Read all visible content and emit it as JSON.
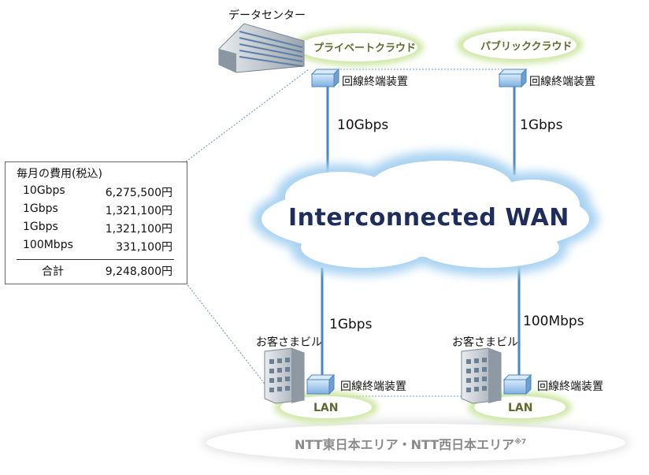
{
  "datacenter": {
    "label": "データセンター"
  },
  "clouds": {
    "private": "プライベートクラウド",
    "public": "パブリッククラウド"
  },
  "device_label": "回線終端装置",
  "links": {
    "private_speed": "10Gbps",
    "public_speed": "1Gbps",
    "building_left_speed": "1Gbps",
    "building_right_speed": "100Mbps"
  },
  "wan": {
    "label": "Interconnected WAN"
  },
  "buildings": {
    "left_label": "お客さまビル",
    "right_label": "お客さまビル",
    "lan_label": "LAN"
  },
  "area": {
    "label": "NTT東日本エリア・NTT西日本エリア",
    "note": "※7"
  },
  "cost": {
    "title": "毎月の費用(税込)",
    "rows": [
      {
        "speed": "10Gbps",
        "price": "6,275,500円"
      },
      {
        "speed": "1Gbps",
        "price": "1,321,100円"
      },
      {
        "speed": "1Gbps",
        "price": "1,321,100円"
      },
      {
        "speed": "100Mbps",
        "price": "331,100円"
      }
    ],
    "total_label": "合計",
    "total_price": "9,248,800円"
  },
  "colors": {
    "line": "#4a86c5",
    "cloud_glow": "#cfe8a6",
    "wan_glow": "#a9d3f2",
    "device": "#9fc3e8"
  }
}
